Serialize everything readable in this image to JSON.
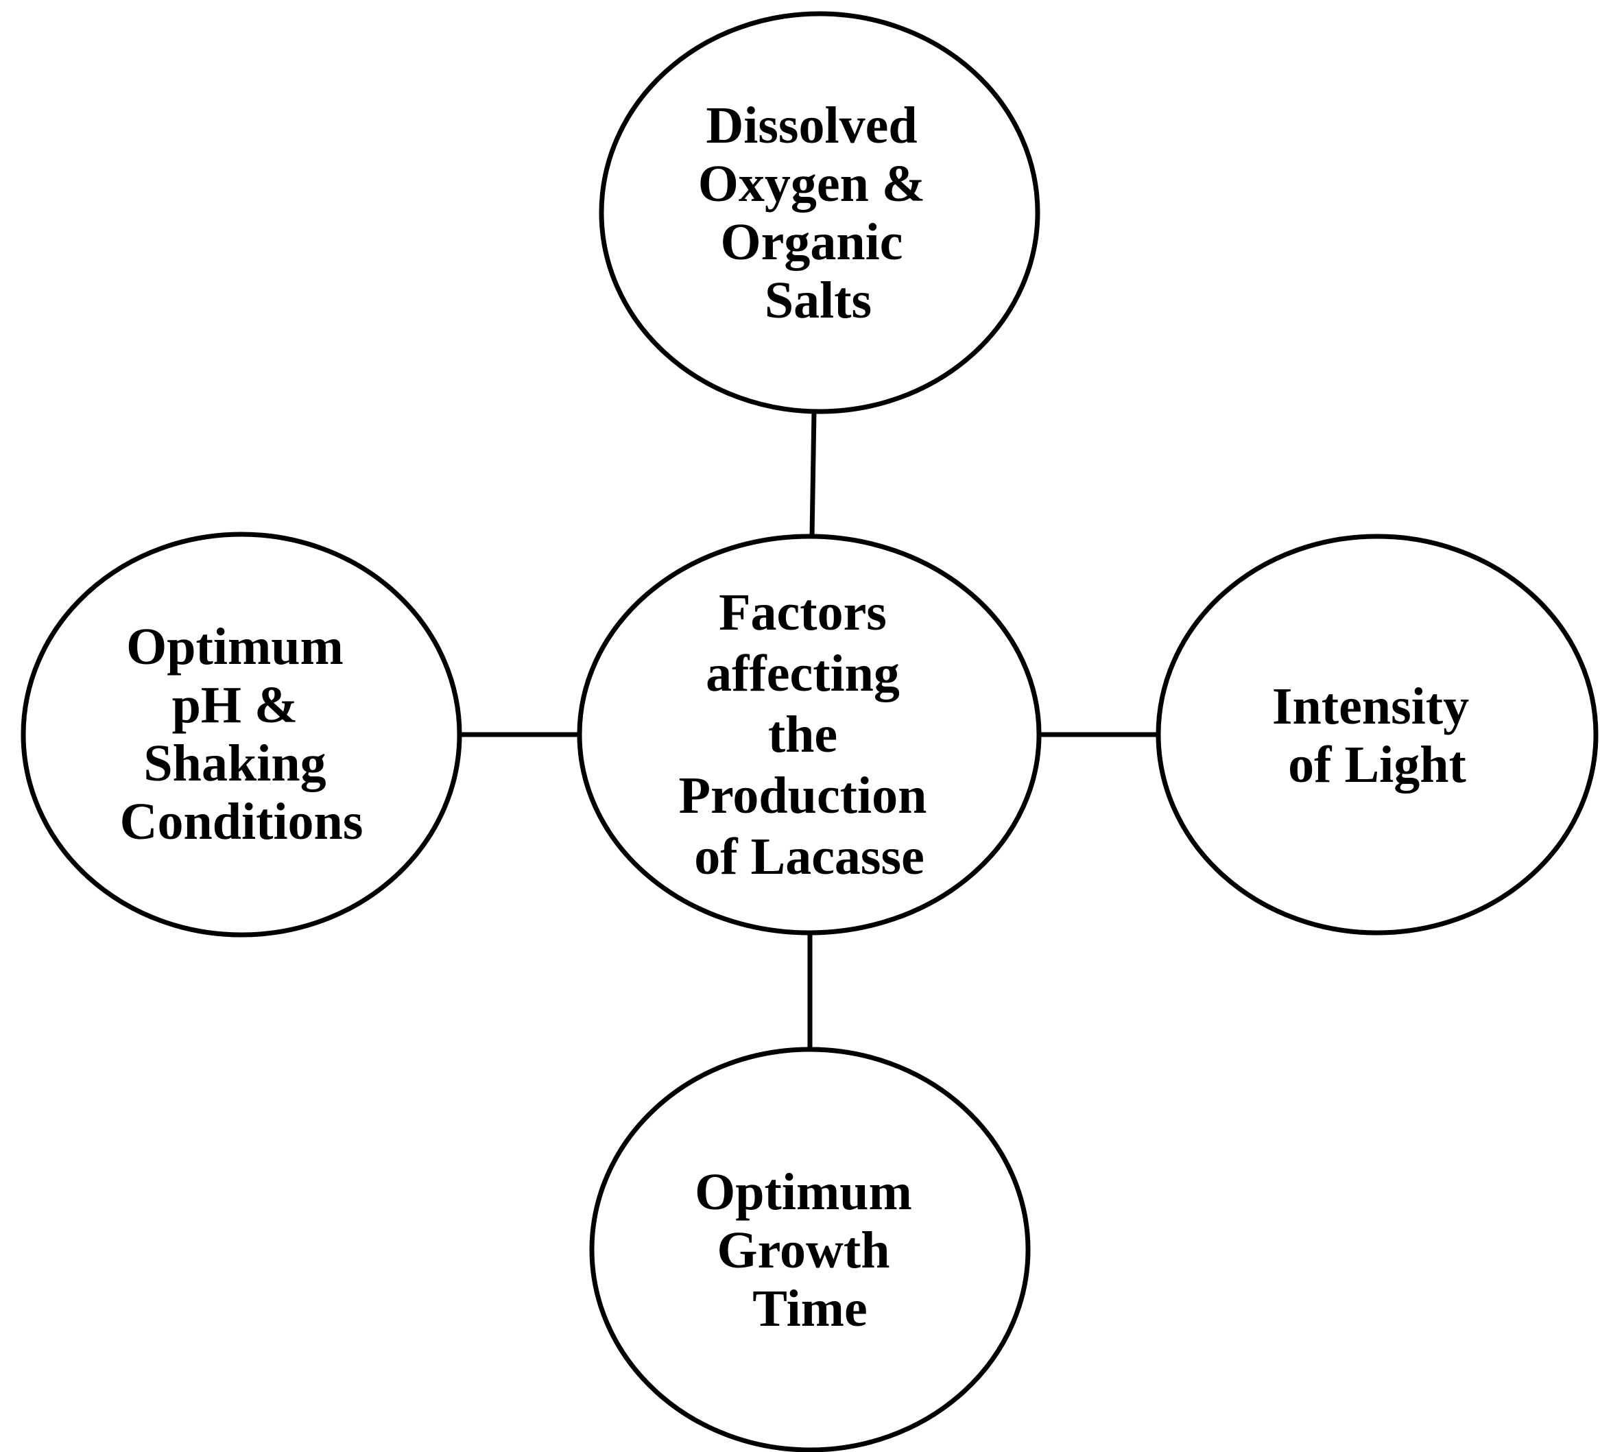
{
  "diagram": {
    "center": {
      "lines": [
        "Factors",
        "affecting",
        "the",
        "Production",
        "of Lacasse"
      ]
    },
    "top": {
      "lines": [
        "Dissolved",
        "Oxygen &",
        "Organic",
        "Salts"
      ]
    },
    "left": {
      "lines": [
        "Optimum",
        "pH &",
        "Shaking",
        "Conditions"
      ]
    },
    "right": {
      "lines": [
        "Intensity",
        "of Light"
      ]
    },
    "bottom": {
      "lines": [
        "Optimum",
        "Growth",
        "Time"
      ]
    }
  }
}
